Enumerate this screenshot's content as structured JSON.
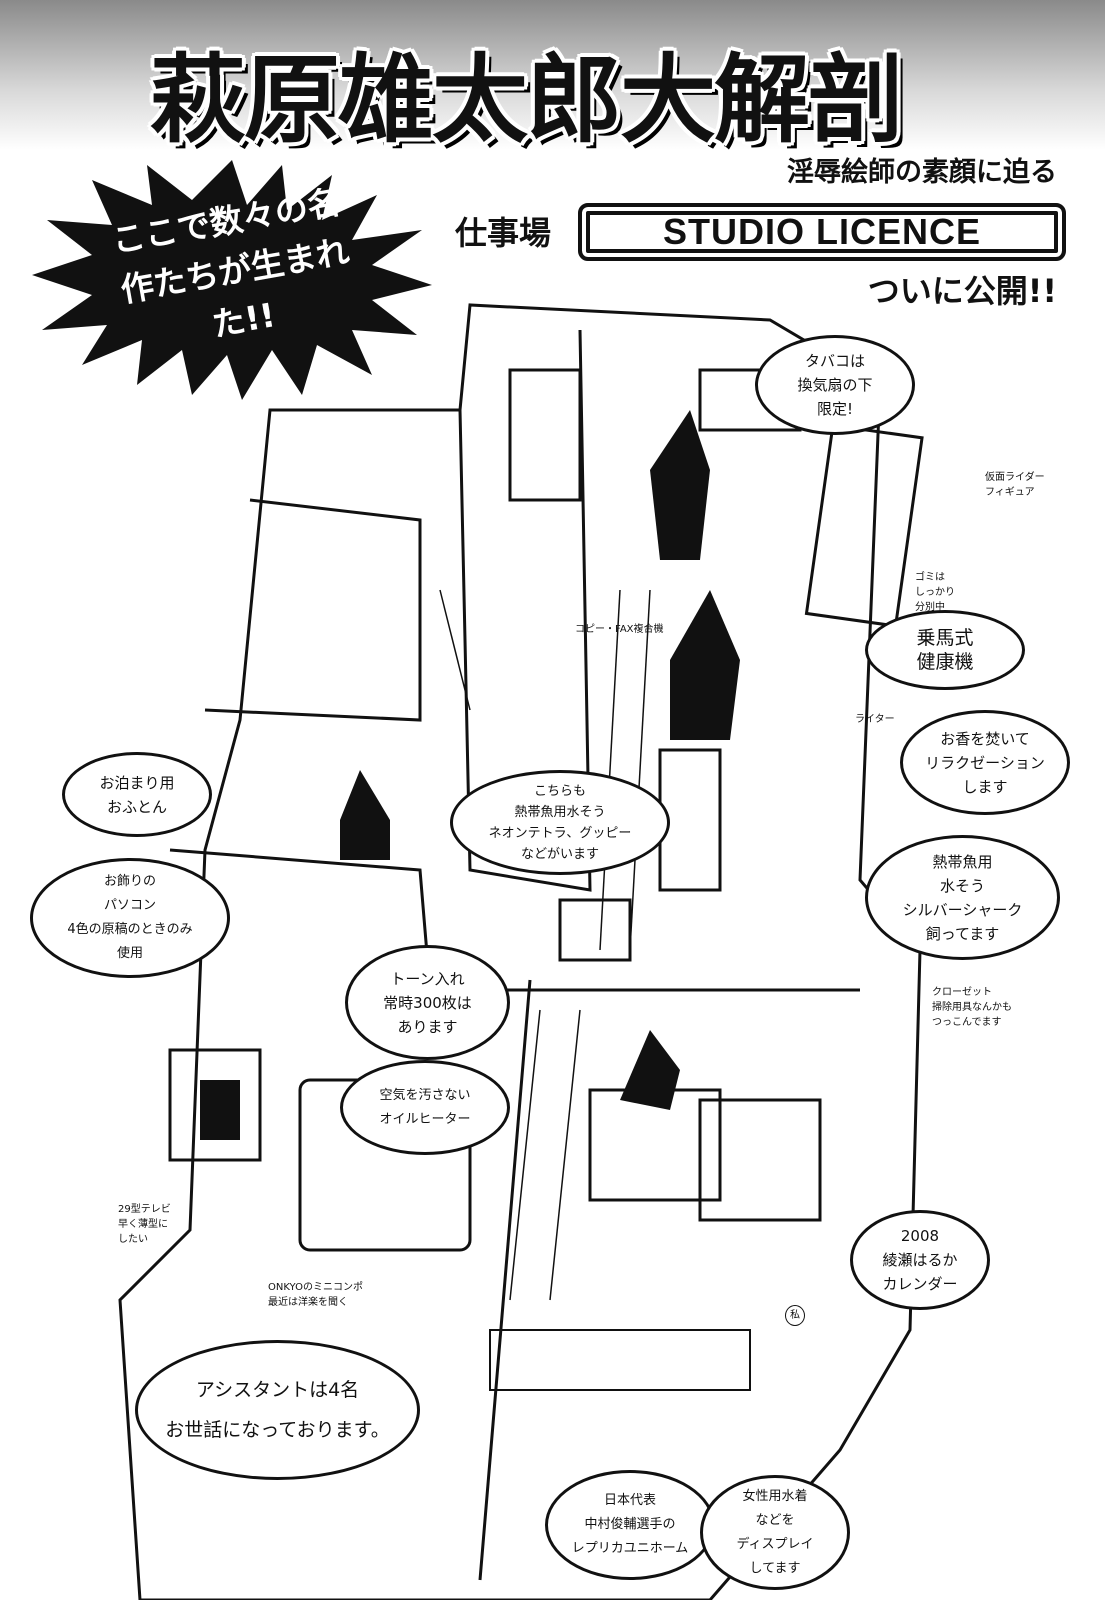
{
  "header": {
    "title": "萩原雄太郎大解剖",
    "subtitle": "淫辱絵師の素顔に迫る",
    "workplace_label": "仕事場",
    "studio_name": "STUDIO LICENCE",
    "reveal": "ついに公開!!"
  },
  "starburst": {
    "text": "ここで数々の名作たちが生まれた!!"
  },
  "bubbles": {
    "cigarette": "タバコは\n換気扇の下\n限定!",
    "horse": "乗馬式\n健康機",
    "incense": "お香を焚いて\nリラクゼーション\nします",
    "fish_right": "熱帯魚用\n水そう\nシルバーシャーク\n飼ってます",
    "futon": "お泊まり用\nおふとん",
    "fish_center": "こちらも\n熱帯魚用水そう\nネオンテトラ、グッピー\nなどがいます",
    "paricon": "お飾りの\nパソコン\n4色の原稿のときのみ\n使用",
    "tone": "トーン入れ\n常時300枚は\nあります",
    "heater": "空気を汚さない\nオイルヒーター",
    "calendar": "2008\n綾瀬はるか\nカレンダー",
    "assistants": "アシスタントは4名\nお世話になっております。",
    "uniform": "日本代表\n中村俊輔選手の\nレプリカユニホーム",
    "swimsuit": "女性用水着\nなどを\nディスプレイ\nしてます"
  },
  "notes": {
    "rider": "仮面ライダー\nフィギュア",
    "trash": "ゴミは\nしっかり\n分別中",
    "copier": "コピー・FAX複合機",
    "lighter": "ライター",
    "closet": "クローゼット\n掃除用具なんかも\nつっこんでます",
    "tv": "29型テレビ\n早く薄型に\nしたい",
    "onkyo": "ONKYOのミニコンポ\n最近は洋楽を聞く",
    "me": "私"
  }
}
